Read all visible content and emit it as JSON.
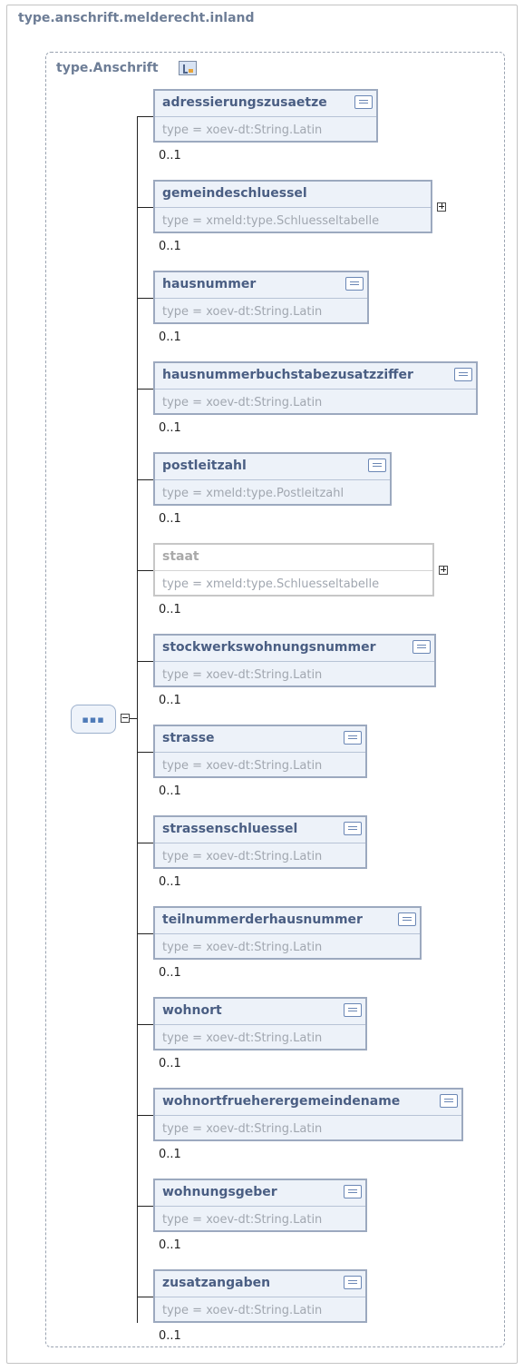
{
  "outer_title": "type.anschrift.melderecht.inland",
  "inner_title": "type.Anschrift",
  "sequence_symbol": "▪▪▪",
  "elements": [
    {
      "name": "adressierungszusaetze",
      "type": "type = xoev-dt:String.Latin",
      "card": "0..1",
      "optional": false,
      "expandable": false
    },
    {
      "name": "gemeindeschluessel",
      "type": "type = xmeld:type.Schluesseltabelle",
      "card": "0..1",
      "optional": false,
      "expandable": true
    },
    {
      "name": "hausnummer",
      "type": "type = xoev-dt:String.Latin",
      "card": "0..1",
      "optional": false,
      "expandable": false
    },
    {
      "name": "hausnummerbuchstabezusatzziffer",
      "type": "type = xoev-dt:String.Latin",
      "card": "0..1",
      "optional": false,
      "expandable": false
    },
    {
      "name": "postleitzahl",
      "type": "type = xmeld:type.Postleitzahl",
      "card": "0..1",
      "optional": false,
      "expandable": false
    },
    {
      "name": "staat",
      "type": "type = xmeld:type.Schluesseltabelle",
      "card": "0..1",
      "optional": true,
      "expandable": true
    },
    {
      "name": "stockwerkswohnungsnummer",
      "type": "type = xoev-dt:String.Latin",
      "card": "0..1",
      "optional": false,
      "expandable": false
    },
    {
      "name": "strasse",
      "type": "type = xoev-dt:String.Latin",
      "card": "0..1",
      "optional": false,
      "expandable": false
    },
    {
      "name": "strassenschluessel",
      "type": "type = xoev-dt:String.Latin",
      "card": "0..1",
      "optional": false,
      "expandable": false
    },
    {
      "name": "teilnummerderhausnummer",
      "type": "type = xoev-dt:String.Latin",
      "card": "0..1",
      "optional": false,
      "expandable": false
    },
    {
      "name": "wohnort",
      "type": "type = xoev-dt:String.Latin",
      "card": "0..1",
      "optional": false,
      "expandable": false
    },
    {
      "name": "wohnortfrueherergemeindename",
      "type": "type = xoev-dt:String.Latin",
      "card": "0..1",
      "optional": false,
      "expandable": false
    },
    {
      "name": "wohnungsgeber",
      "type": "type = xoev-dt:String.Latin",
      "card": "0..1",
      "optional": false,
      "expandable": false
    },
    {
      "name": "zusatzangaben",
      "type": "type = xoev-dt:String.Latin",
      "card": "0..1",
      "optional": false,
      "expandable": false
    }
  ]
}
